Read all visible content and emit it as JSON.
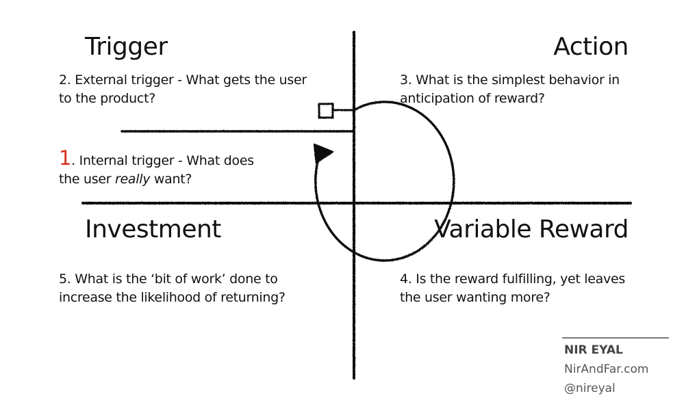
{
  "quadrants": {
    "trigger": {
      "heading": "Trigger",
      "external": "2. External trigger - What gets the user to the product?",
      "internal_number": "1",
      "internal_part1": ". Internal trigger - What does",
      "internal_part2": "the user ",
      "internal_emphasis": "really",
      "internal_part3": " want?"
    },
    "action": {
      "heading": "Action",
      "text": "3. What is the simplest behavior in anticipation of reward?"
    },
    "investment": {
      "heading": "Investment",
      "text": "5. What is the ‘bit of work’ done to increase the likelihood of returning?"
    },
    "variable_reward": {
      "heading": "Variable Reward",
      "text": "4. Is the reward fulfilling, yet leaves the user wanting more?"
    }
  },
  "credit": {
    "name": "NIR EYAL",
    "website": "NirAndFar.com",
    "handle": "@nireyal"
  },
  "colors": {
    "ink": "#111111",
    "accent_number": "#d6311c",
    "credit_text": "#555555"
  }
}
